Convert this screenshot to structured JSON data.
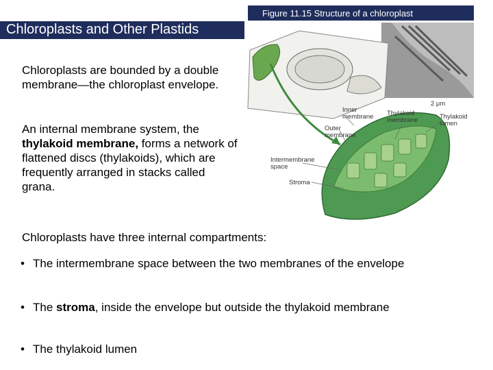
{
  "slide": {
    "title": "Chloroplasts and Other Plastids",
    "figure_caption": "Figure 11.15 Structure of a chloroplast",
    "paragraphs": {
      "p1": "Chloroplasts are bounded by a double membrane—the chloroplast envelope.",
      "p2_before": "An internal membrane system, the ",
      "p2_bold": "thylakoid membrane,",
      "p2_after": " forms a network of flattened discs (thylakoids), which are frequently arranged in stacks called grana.",
      "p3": "Chloroplasts have three internal compartments:"
    },
    "bullets": {
      "b1": "The intermembrane space between the two membranes of the envelope",
      "b2_before": "The ",
      "b2_bold": "stroma",
      "b2_after": ", inside the envelope but outside the thylakoid membrane",
      "b3": "The thylakoid lumen"
    },
    "figure_labels": {
      "inner_membrane": "Inner membrane",
      "thylakoid_membrane": "Thylakoid membrane",
      "scale": "2 μm",
      "thylakoid_lumen": "Thylakoid lumen",
      "outer_membrane": "Outer membrane",
      "intermembrane_space": "Intermembrane space",
      "stroma": "Stroma"
    },
    "colors": {
      "title_bar": "#1f2d5c",
      "chloroplast_green": "#4f9a52"
    }
  }
}
